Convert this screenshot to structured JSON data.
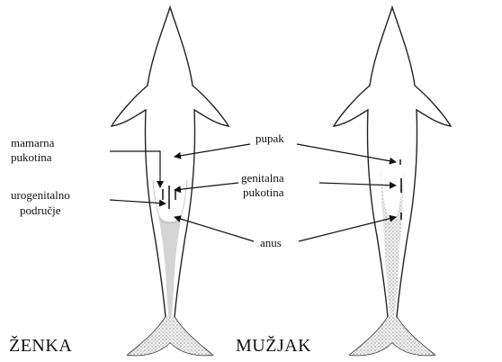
{
  "labels": {
    "mammary_slit_line1": "mamarna",
    "mammary_slit_line2": "pukotina",
    "urogenital_line1": "urogenitalno",
    "urogenital_line2": "područje",
    "navel": "pupak",
    "genital_slit_line1": "genitalna",
    "genital_slit_line2": "pukotina",
    "anus": "anus",
    "female": "ŽENKA",
    "male": "MUŽJAK"
  },
  "colors": {
    "body_fill": "#d4d4d4",
    "outline": "#222222",
    "ink": "#111111"
  }
}
